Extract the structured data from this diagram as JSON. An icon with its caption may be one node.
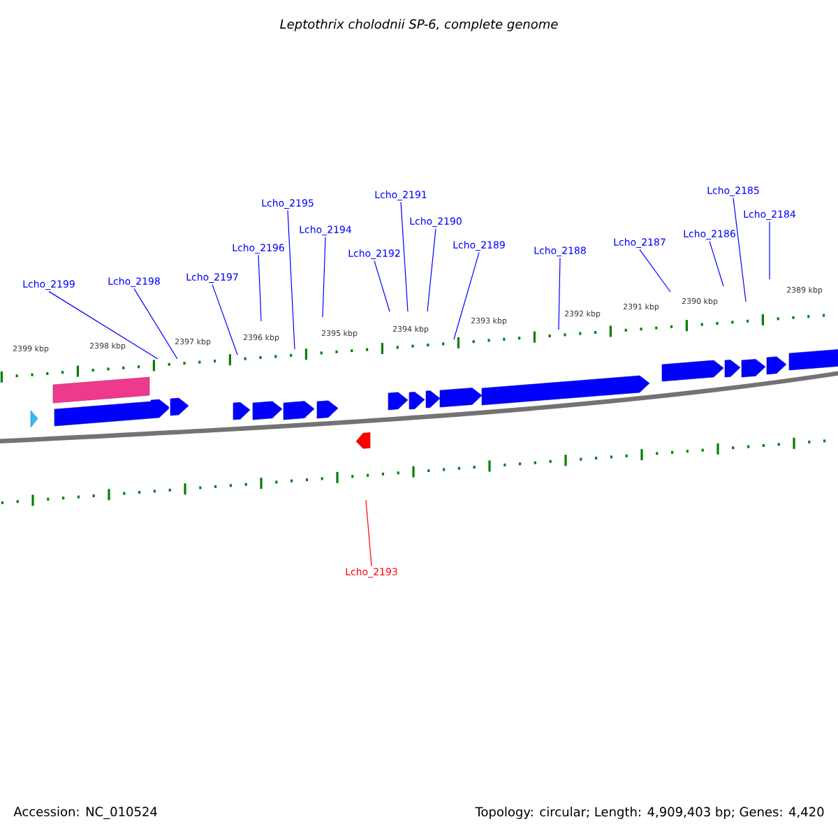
{
  "diagram": {
    "title": "Leptothrix cholodnii SP-6, complete genome",
    "nodes": [
      {
        "text": [
          "Lcho_2199"
        ]
      },
      {
        "text": [
          "Lcho_2198"
        ]
      },
      {
        "text": [
          "Lcho_2197"
        ]
      },
      {
        "text": [
          "Lcho_2196"
        ]
      },
      {
        "text": [
          "Lcho_2195"
        ]
      },
      {
        "text": [
          "Lcho_2194"
        ]
      },
      {
        "text": [
          "Lcho_2192"
        ]
      },
      {
        "text": [
          "Lcho_2191"
        ]
      },
      {
        "text": [
          "Lcho_2190"
        ]
      },
      {
        "text": [
          "Lcho_2189"
        ]
      },
      {
        "text": [
          "Lcho_2188"
        ]
      },
      {
        "text": [
          "Lcho_2187"
        ]
      },
      {
        "text": [
          "Lcho_2186"
        ]
      },
      {
        "text": [
          "Lcho_2185"
        ]
      },
      {
        "text": [
          "Lcho_2184"
        ]
      },
      {
        "text": [
          "Lcho_2193"
        ]
      }
    ],
    "edges": [
      {
        "from": 0,
        "to": null,
        "arrow": "none"
      },
      {
        "from": 1,
        "to": null,
        "arrow": "none"
      },
      {
        "from": 2,
        "to": null,
        "arrow": "none"
      },
      {
        "from": 3,
        "to": null,
        "arrow": "none"
      },
      {
        "from": 4,
        "to": null,
        "arrow": "none"
      },
      {
        "from": 5,
        "to": null,
        "arrow": "none"
      },
      {
        "from": 6,
        "to": null,
        "arrow": "none"
      },
      {
        "from": 7,
        "to": null,
        "arrow": "none"
      },
      {
        "from": 8,
        "to": null,
        "arrow": "none"
      },
      {
        "from": 9,
        "to": null,
        "arrow": "none"
      },
      {
        "from": 10,
        "to": null,
        "arrow": "none"
      },
      {
        "from": 11,
        "to": null,
        "arrow": "none"
      },
      {
        "from": 12,
        "to": null,
        "arrow": "none"
      },
      {
        "from": 13,
        "to": null,
        "arrow": "none"
      },
      {
        "from": 14,
        "to": null,
        "arrow": "none"
      },
      {
        "from": 15,
        "to": null,
        "arrow": "none",
        "color": "#ff0000"
      }
    ],
    "labels": [
      "2399 kbp",
      "2398 kbp",
      "2397 kbp",
      "2396 kbp",
      "2395 kbp",
      "2394 kbp",
      "2393 kbp",
      "2392 kbp",
      "2391 kbp",
      "2390 kbp",
      "2389 kbp",
      "Accession: NC_010524",
      "Topology: circular; Length: 4,909,403 bp; Genes: 4,420"
    ]
  }
}
